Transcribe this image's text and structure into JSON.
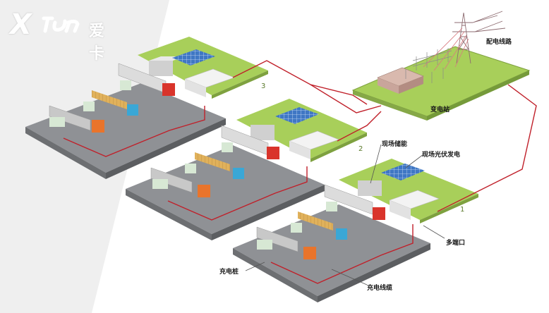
{
  "logo": {
    "brand_letter": "X",
    "brand_cn": "爱卡"
  },
  "labels": {
    "distribution_line": "配电线路",
    "substation": "变电站",
    "onsite_storage": "现场储能",
    "onsite_pv": "现场光伏发电",
    "multi_port": "多端口",
    "charging_pile": "充电桩",
    "charging_cable": "充电线缆"
  },
  "site_numbers": {
    "site3": "3",
    "site2": "2",
    "site1": "1"
  },
  "colors": {
    "ground": "#8f9195",
    "grass": "#a8cf5a",
    "cable": "#c0202a",
    "solar": "#3f77c4",
    "truck_red": "#d9342b",
    "truck_blue": "#3aa7d6",
    "truck_orange": "#e9742b",
    "cargo": "#e0b15b",
    "charger": "#d7e8d4"
  }
}
